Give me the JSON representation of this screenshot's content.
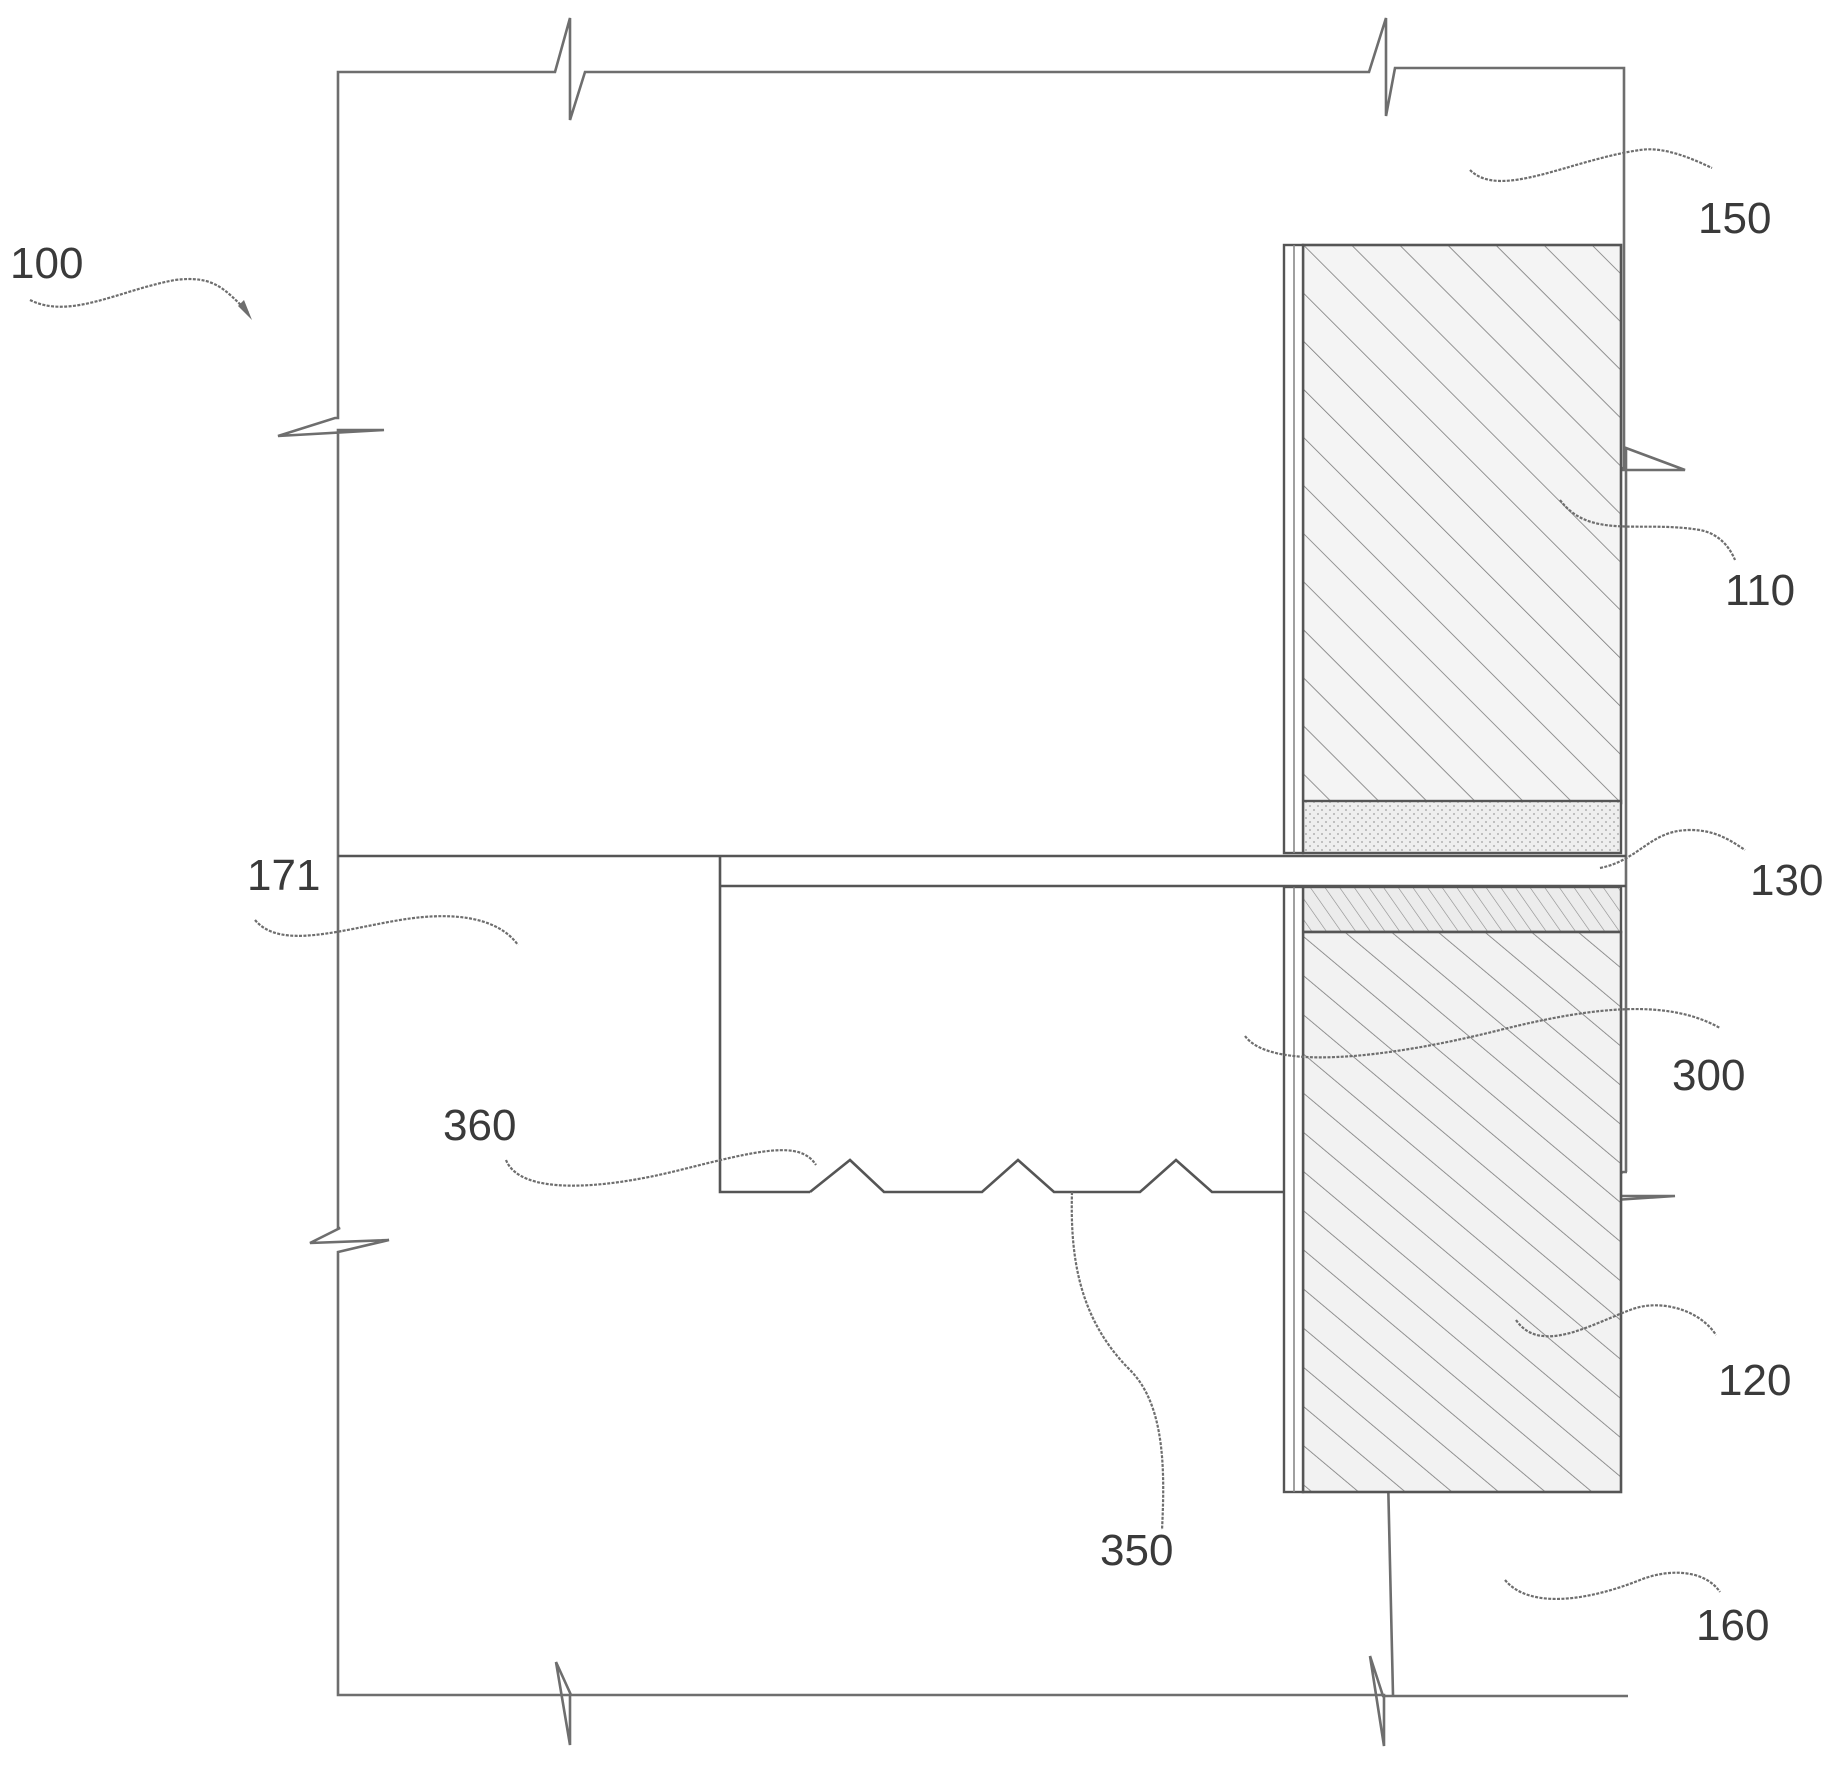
{
  "labels": {
    "assembly": "100",
    "part_110": "110",
    "part_120": "120",
    "part_130": "130",
    "region_150": "150",
    "region_160": "160",
    "region_171": "171",
    "part_300": "300",
    "part_350": "350",
    "part_360": "360"
  },
  "colors": {
    "line": "#6e6e6e",
    "hatch": "#7a7a7a",
    "stipple": "#c8c8c8",
    "text": "#3a3a3a",
    "background": "#ffffff"
  }
}
